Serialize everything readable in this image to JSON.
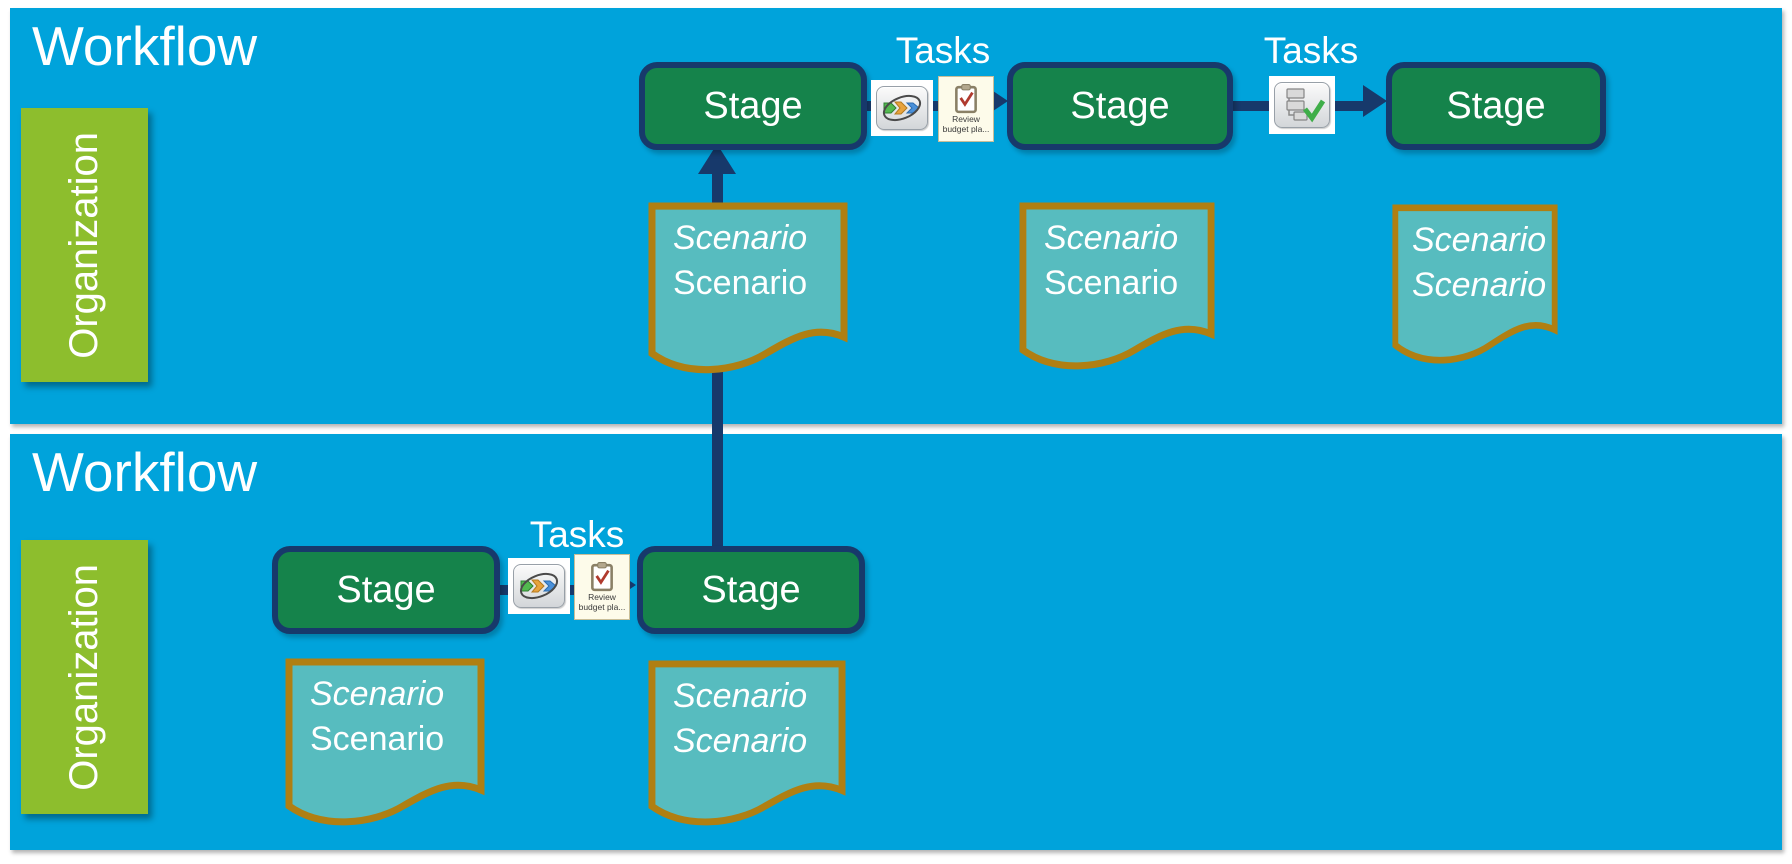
{
  "colors": {
    "panel_bg": "#00A3DB",
    "org_green": "#8DBE2D",
    "stage_green": "#15834B",
    "stage_border_navy": "#17396B",
    "arrow_navy": "#17396B",
    "scenario_fill": "#57BCBF",
    "scenario_border": "#B07F12",
    "text_white": "#FFFFFF"
  },
  "panels": [
    {
      "title": "Workflow",
      "org_label": "Organization",
      "stages": [
        {
          "label": "Stage"
        },
        {
          "label": "Stage"
        },
        {
          "label": "Stage"
        }
      ],
      "task_groups": [
        {
          "label": "Tasks",
          "icons": [
            {
              "name": "process-automation-icon"
            },
            {
              "name": "review-budget-task-icon",
              "caption_line1": "Review",
              "caption_line2": "budget pla..."
            }
          ]
        },
        {
          "label": "Tasks",
          "icons": [
            {
              "name": "task-list-check-icon"
            }
          ]
        }
      ],
      "scenarios": [
        {
          "line1": "Scenario",
          "line1_italic": true,
          "line2": "Scenario",
          "line2_italic": false
        },
        {
          "line1": "Scenario",
          "line1_italic": true,
          "line2": "Scenario",
          "line2_italic": false
        },
        {
          "line1": "Scenario",
          "line1_italic": true,
          "line2": "Scenario",
          "line2_italic": true
        }
      ]
    },
    {
      "title": "Workflow",
      "org_label": "Organization",
      "stages": [
        {
          "label": "Stage"
        },
        {
          "label": "Stage"
        }
      ],
      "task_groups": [
        {
          "label": "Tasks",
          "icons": [
            {
              "name": "process-automation-icon"
            },
            {
              "name": "review-budget-task-icon",
              "caption_line1": "Review",
              "caption_line2": "budget pla..."
            }
          ]
        }
      ],
      "scenarios": [
        {
          "line1": "Scenario",
          "line1_italic": true,
          "line2": "Scenario",
          "line2_italic": false
        },
        {
          "line1": "Scenario",
          "line1_italic": true,
          "line2": "Scenario",
          "line2_italic": true
        }
      ]
    }
  ]
}
